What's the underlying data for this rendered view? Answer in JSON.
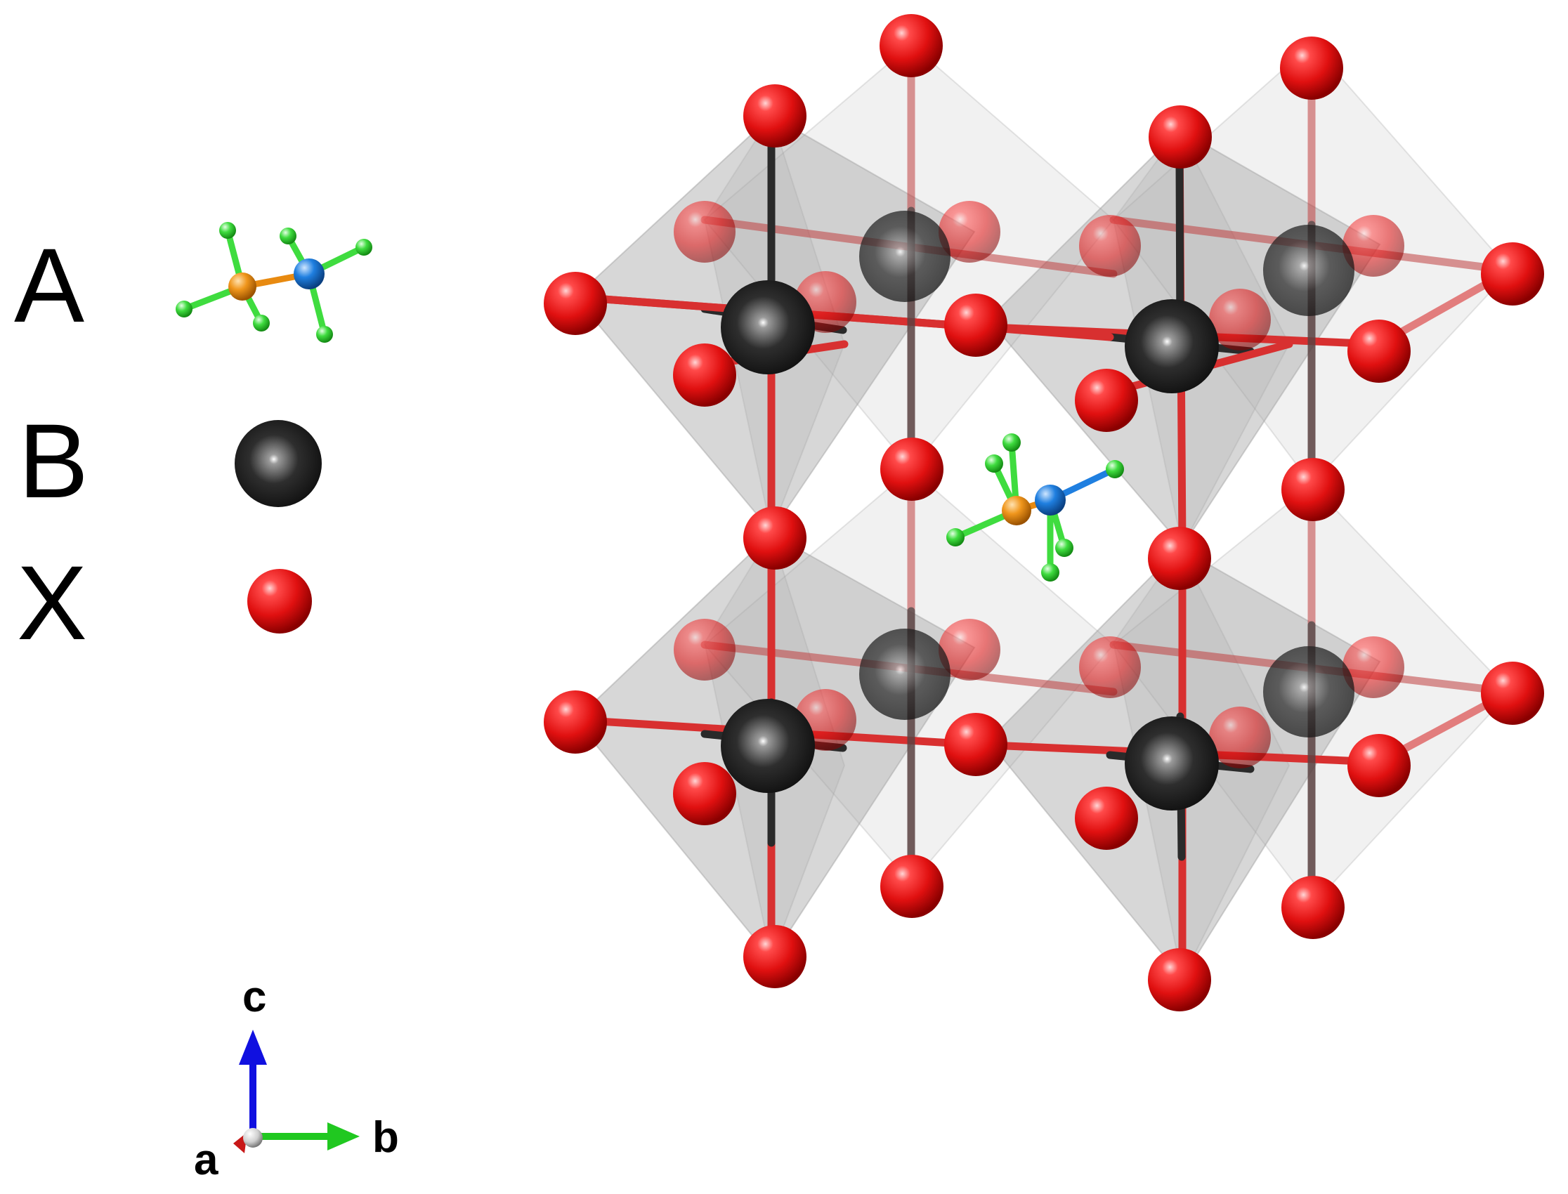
{
  "legend": {
    "items": [
      {
        "label": "A",
        "kind": "molecule"
      },
      {
        "label": "B",
        "kind": "b-site-atom"
      },
      {
        "label": "X",
        "kind": "x-site-atom"
      }
    ]
  },
  "axes": {
    "c": "c",
    "b": "b",
    "a": "a"
  },
  "colors": {
    "x_atom": "#e01010",
    "b_atom": "#2e2e2e",
    "octahedron": "#b4b4b4",
    "molecule_carbon": "#e88a10",
    "molecule_nitrogen": "#1f7fe0",
    "molecule_hydrogen": "#3fdc3f",
    "axis_c": "#1010e0",
    "axis_b": "#20c820",
    "axis_a": "#c81818"
  },
  "icons": {
    "molecule": "methylammonium-molecule-icon",
    "b_atom": "black-sphere-icon",
    "x_atom": "red-sphere-icon",
    "axes": "crystal-axes-icon"
  }
}
